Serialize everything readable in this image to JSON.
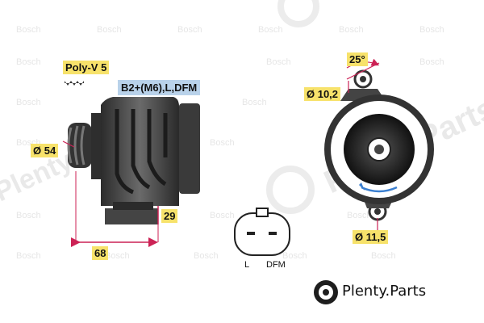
{
  "labels": {
    "belt": "Poly-V 5",
    "terminals": "B2+(M6),L,DFM",
    "pulley_diameter": "Ø 54",
    "length": "68",
    "offset": "29",
    "angle": "25°",
    "hole_top": "Ø 10,2",
    "hole_bottom": "Ø 11,5",
    "connector_left": "L",
    "connector_right": "DFM"
  },
  "watermark": {
    "brand": "Bosch",
    "site": "Plenty.Parts"
  },
  "logo": {
    "name": "Plenty",
    "suffix": ".Parts"
  },
  "colors": {
    "yellow_label": "#f7e26b",
    "blue_label": "#b9d2ea",
    "dimension_line": "#cc2255",
    "arrow_blue": "#3a7fd0",
    "body_dark": "#3b3b3b"
  }
}
